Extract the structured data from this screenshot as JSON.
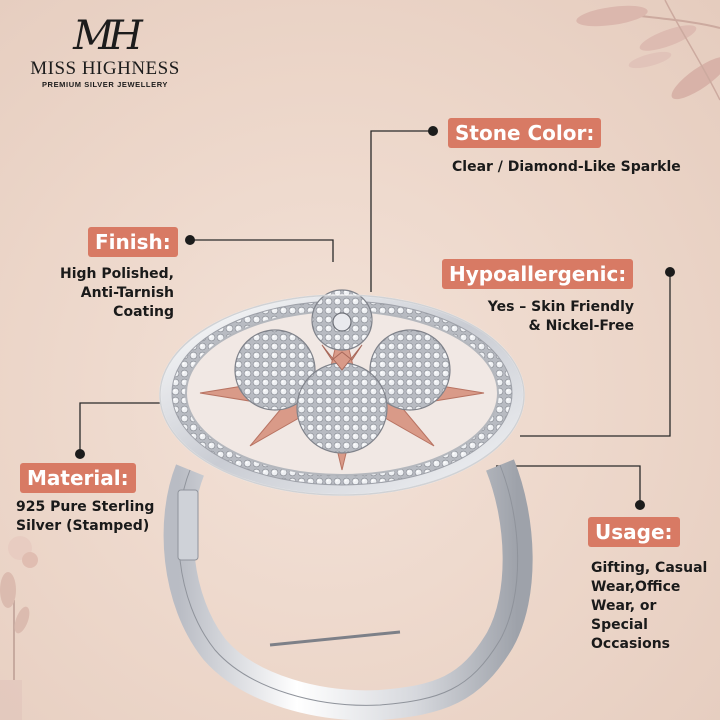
{
  "brand": {
    "monogram": "MH",
    "name": "MISS HIGHNESS",
    "tagline": "PREMIUM SILVER JEWELLERY"
  },
  "callouts": {
    "stone_color": {
      "label": "Stone Color:",
      "value": "Clear / Diamond-Like Sparkle"
    },
    "finish": {
      "label": "Finish:",
      "lines": [
        "High Polished,",
        "Anti-Tarnish",
        "Coating"
      ]
    },
    "hypoallergenic": {
      "label": "Hypoallergenic:",
      "lines": [
        "Yes – Skin Friendly",
        "& Nickel-Free"
      ]
    },
    "material": {
      "label": "Material:",
      "lines": [
        "925 Pure Sterling",
        "Silver (Stamped)"
      ]
    },
    "usage": {
      "label": "Usage:",
      "lines": [
        "Gifting, Casual",
        "Wear,Office",
        "Wear, or",
        "Special",
        "Occasions"
      ]
    }
  },
  "colors": {
    "label_bg": "#d87a64",
    "background": "#ecd6c9",
    "rose_gold": "#d99a88",
    "silver": "#e6e8ec"
  }
}
